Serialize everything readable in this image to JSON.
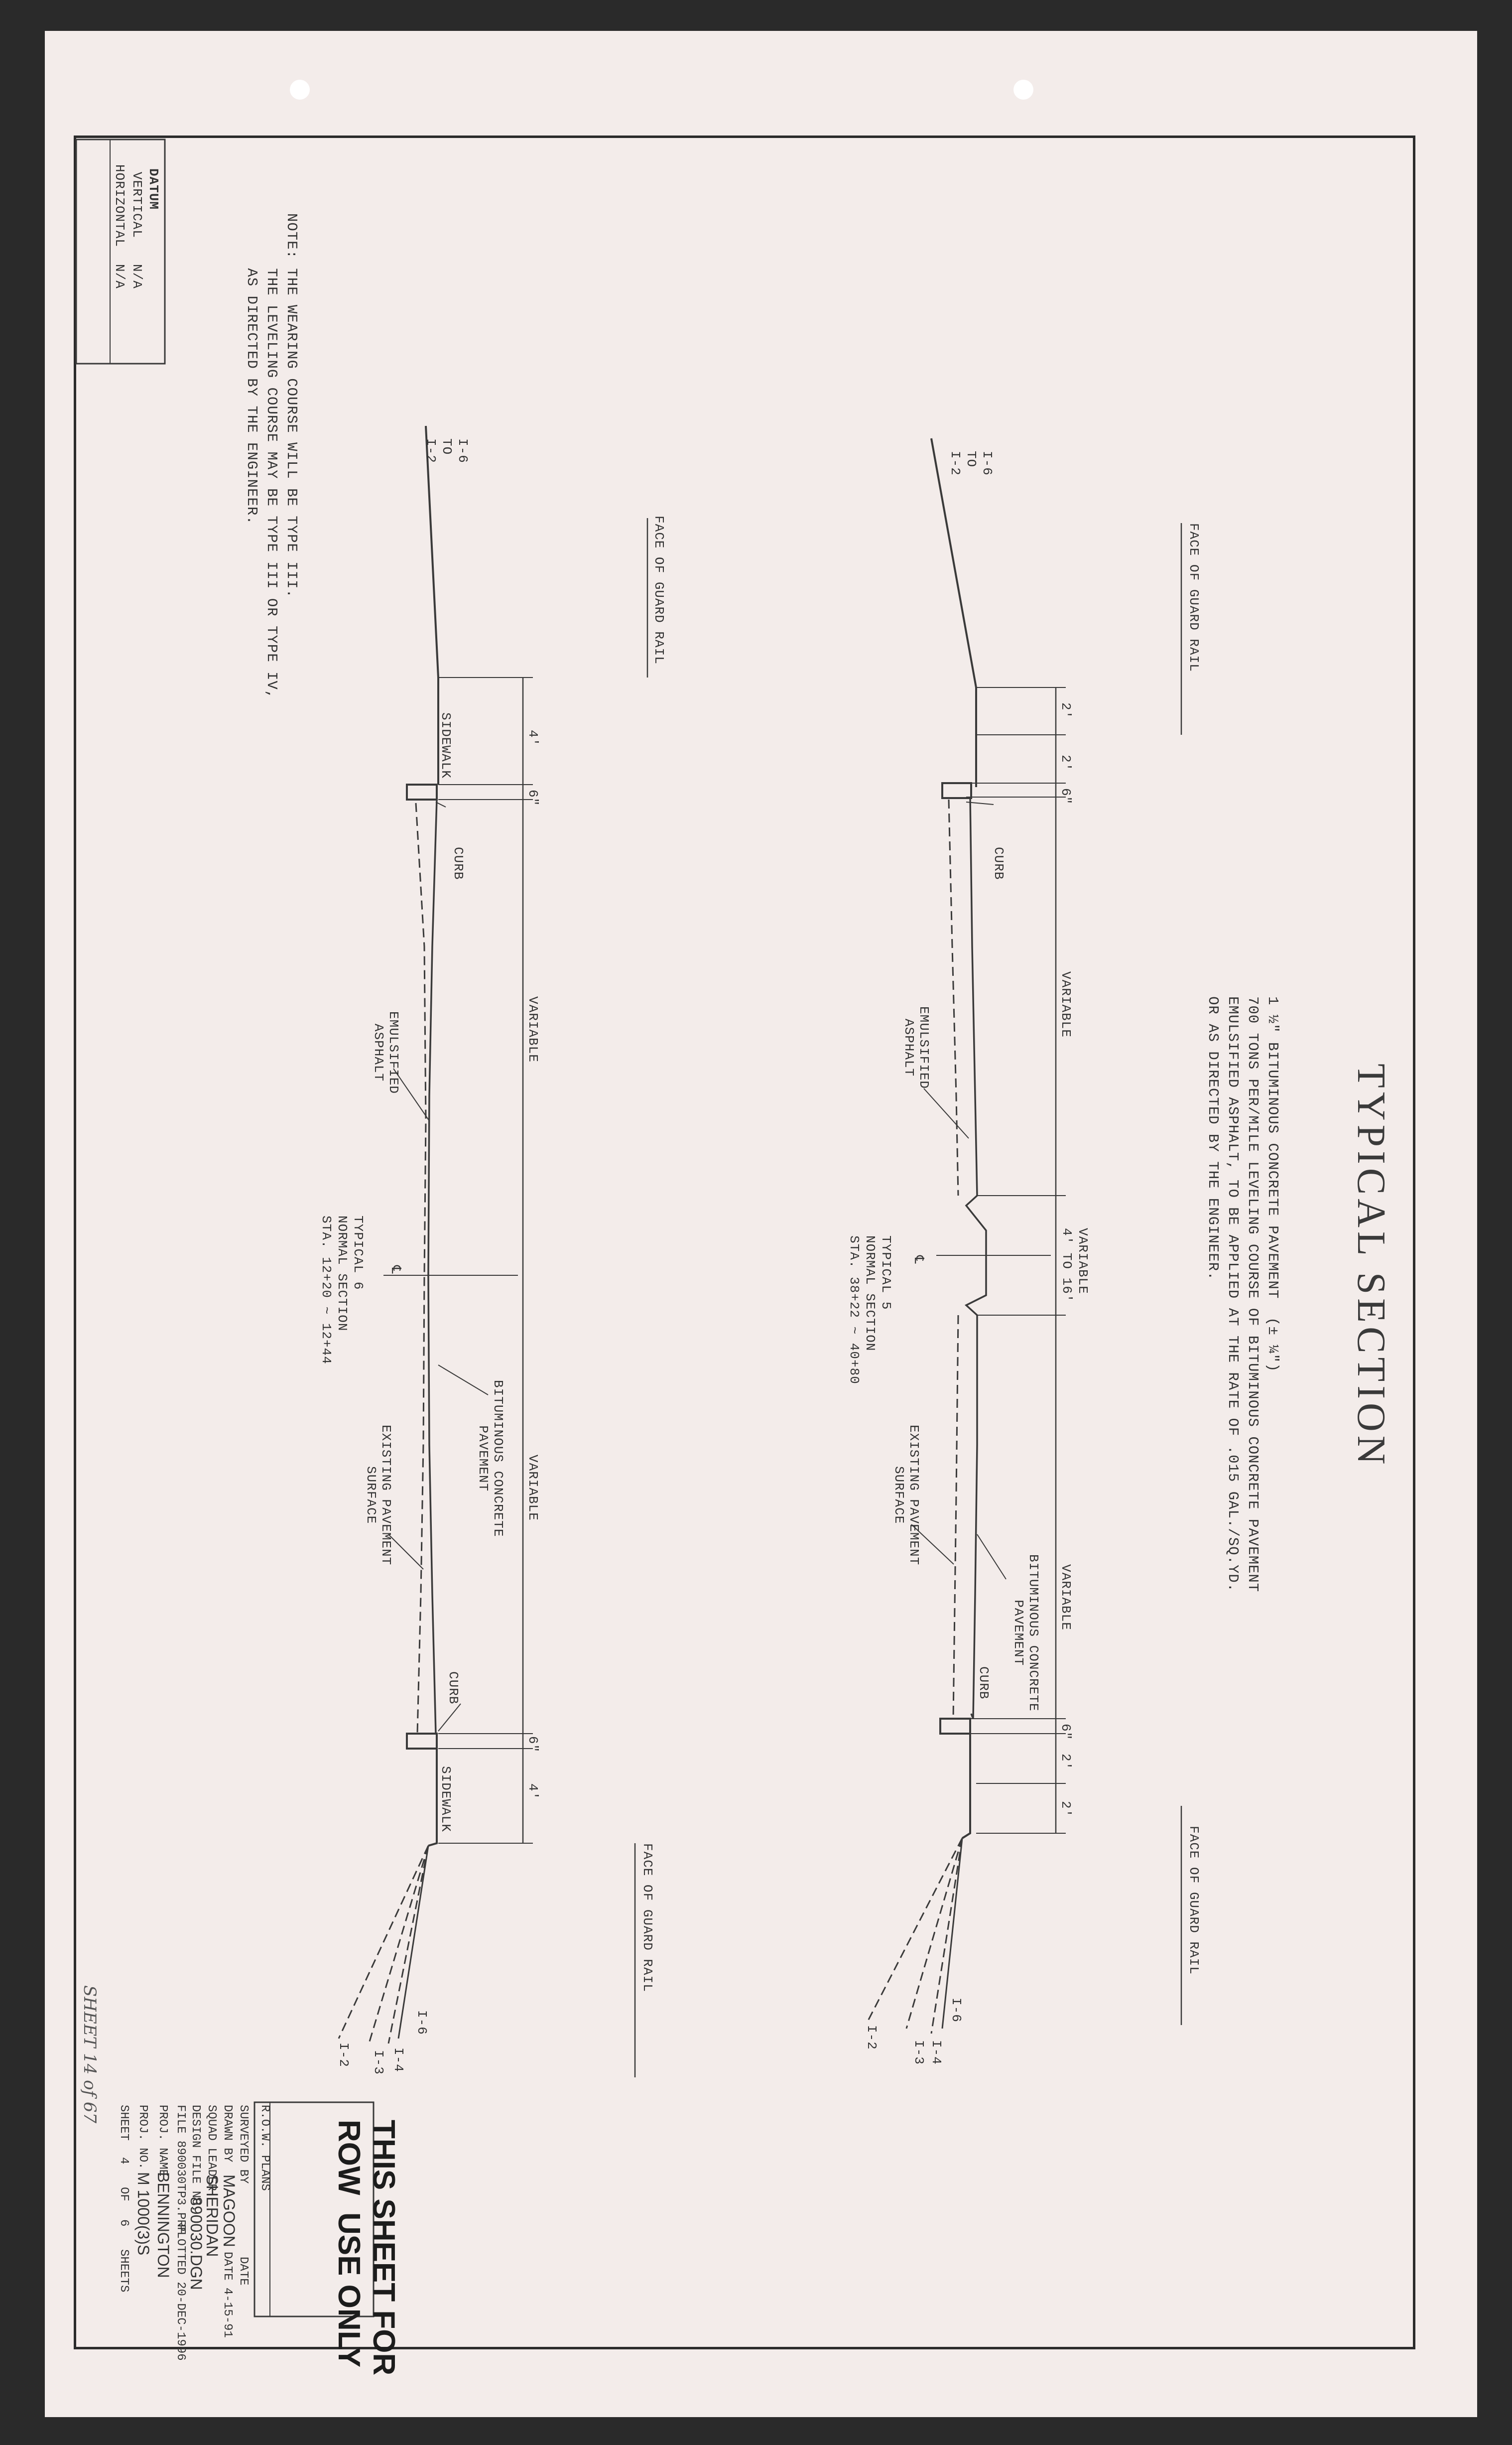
{
  "title": "TYPICAL SECTION",
  "note": "NOTE: THE WEARING COURSE WILL BE TYPE III.\n      THE LEVELING COURSE MAY BE TYPE III OR TYPE IV,\n      AS DIRECTED BY THE ENGINEER.",
  "pavement_notes": "1 ½\" BITUMINOUS CONCRETE PAVEMENT  (± ¼\")\n700 TONS PER/MILE LEVELING COURSE OF BITUMINOUS CONCRETE PAVEMENT\nEMULSIFIED ASPHALT, TO BE APPLIED AT THE RATE OF .015 GAL./SQ.YD.\nOR AS DIRECTED BY THE ENGINEER.",
  "datum": {
    "label": "DATUM",
    "vertical_label": "VERTICAL",
    "vertical_value": "N/A",
    "horizontal_label": "HORIZONTAL",
    "horizontal_value": "N/A"
  },
  "section5": {
    "slope": "I-6\nTO\nI-2",
    "fill_slopes": [
      "I-6",
      "I-4",
      "I-3",
      "I-2"
    ],
    "guard_rail": "FACE OF GUARD RAIL",
    "dims": [
      "2'",
      "2'",
      "6\"",
      "VARIABLE",
      "VARIABLE\n4' TO 16'",
      "VARIABLE",
      "6\"",
      "2'",
      "2'"
    ],
    "curb": "CURB",
    "emulsified": "EMULSIFIED\nASPHALT",
    "bituminous": "BITUMINOUS CONCRETE\nPAVEMENT",
    "existing": "EXISTING PAVEMENT\nSURFACE",
    "label": "TYPICAL 5\nNORMAL SECTION\nSTA. 38+22 ~ 40+80"
  },
  "section6": {
    "slope": "I-6\nTO\nI-2",
    "fill_slopes": [
      "I-6",
      "I-4",
      "I-3",
      "I-2"
    ],
    "guard_rail": "FACE OF GUARD RAIL",
    "sidewalk": "SIDEWALK",
    "dims": [
      "4'",
      "6\"",
      "VARIABLE",
      "VARIABLE",
      "6\"",
      "4'"
    ],
    "curb": "CURB",
    "emulsified": "EMULSIFIED\nASPHALT",
    "bituminous": "BITUMINOUS CONCRETE\nPAVEMENT",
    "existing": "EXISTING PAVEMENT\nSURFACE",
    "label": "TYPICAL 6\nNORMAL SECTION\nSTA. 12+20 ~ 12+44"
  },
  "centerline": "℄",
  "sheet_handwritten": "SHEET 14 of 67",
  "stamp": "THIS SHEET FOR\nROW  USE ONLY",
  "title_block": {
    "header": "R.O.W. PLANS",
    "surveyed_by_label": "SURVEYED BY",
    "drawn_by_label": "DRAWN BY",
    "drawn_by": "MAGOON",
    "squad_leader_label": "SQUAD LEADER",
    "squad_leader": "SHERIDAN",
    "date_label": "DATE",
    "date": "DATE 4-15-91",
    "design_file_label": "DESIGN FILE NO.",
    "design_file": "890030.DGN",
    "pdf_file": "FILE 890030TP3.PRF",
    "plotted": "PLOTTED 20-DEC-1996",
    "project_name_label": "PROJ. NAME",
    "project_name": "BENNINGTON",
    "project_no_label": "PROJ. NO.",
    "project_no": "M 1000(3)S",
    "sheet_label": "SHEET",
    "sheet_num": "4",
    "of_label": "OF",
    "sheet_total": "6",
    "sheets_label": "SHEETS"
  }
}
